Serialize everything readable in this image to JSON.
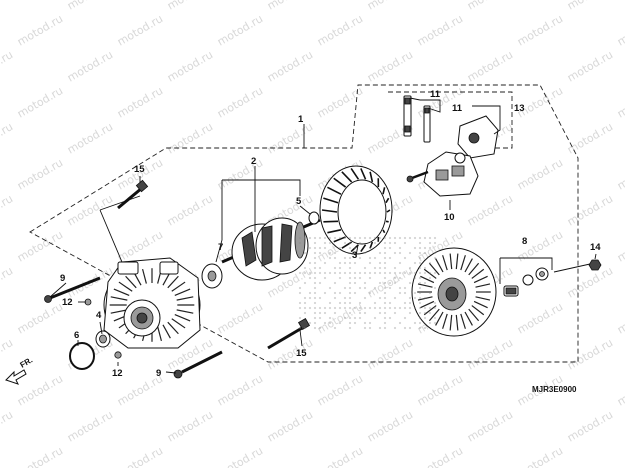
{
  "watermark": {
    "text": "motod.ru"
  },
  "diagram": {
    "code": "MJR3E0900",
    "direction_label": "FR.",
    "callouts": {
      "c1": "1",
      "c2": "2",
      "c3": "3",
      "c4": "4",
      "c5": "5",
      "c6": "6",
      "c7": "7",
      "c8": "8",
      "c9a": "9",
      "c9b": "9",
      "c10": "10",
      "c11a": "11",
      "c11b": "11",
      "c12a": "12",
      "c12b": "12",
      "c13": "13",
      "c14": "14",
      "c15a": "15",
      "c15b": "15"
    }
  }
}
